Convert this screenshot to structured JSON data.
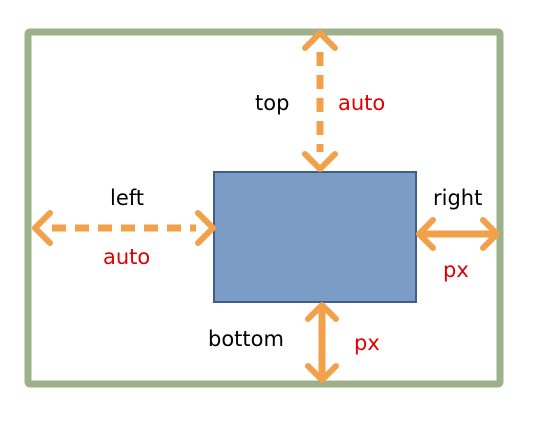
{
  "labels": {
    "top": "top",
    "top_value": "auto",
    "left": "left",
    "left_value": "auto",
    "right": "right",
    "right_value": "px",
    "bottom": "bottom",
    "bottom_value": "px"
  },
  "colors": {
    "container_border": "#9cb08a",
    "box_fill": "#7b9cc4",
    "box_border": "#3f5f8a",
    "arrow": "#f2a04a",
    "label_text": "#000000",
    "value_text": "#e00000"
  }
}
